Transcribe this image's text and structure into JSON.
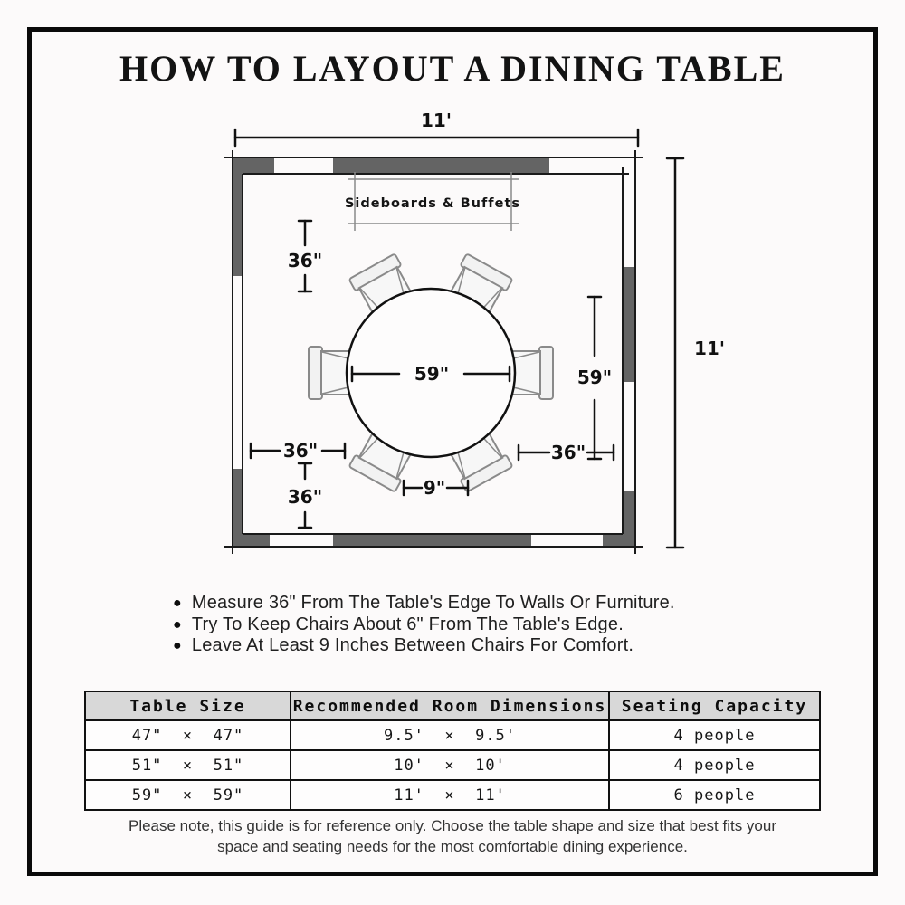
{
  "title": "HOW TO LAYOUT A DINING TABLE",
  "plan": {
    "room_width": "11'",
    "room_height": "11'",
    "sideboard": "Sideboards & Buffets",
    "table_diameter": "59\"",
    "right_clearance": "59\"",
    "clearance_top_left": "36\"",
    "clearance_bottom_left_h": "36\"",
    "clearance_bottom_left_v": "36\"",
    "clearance_bottom_right": "36\"",
    "chair_gap": "9\""
  },
  "icons": {
    "bullet": "●"
  },
  "tips": [
    {
      "text": "Measure 36\" From The Table's Edge To Walls Or Furniture."
    },
    {
      "text": "Try To Keep Chairs About 6\" From The Table's Edge."
    },
    {
      "text": "Leave At Least 9 Inches Between Chairs For Comfort."
    }
  ],
  "size_table": {
    "headers": [
      "Table Size",
      "Recommended Room Dimensions",
      "Seating Capacity"
    ],
    "rows": [
      [
        "47\"  ×  47\"",
        "9.5'  ×  9.5'",
        "4 people"
      ],
      [
        "51\"  ×  51\"",
        "10'  ×  10'",
        "4 people"
      ],
      [
        "59\"  ×  59\"",
        "11'  ×  11'",
        "6 people"
      ]
    ]
  },
  "note": {
    "line1": "Please note, this guide is for reference only. Choose the table shape and size that best fits your",
    "line2": "space and seating needs for the most comfortable dining experience."
  },
  "colors": {
    "background": "#fcfafa",
    "frame": "#0a0a0a",
    "wall_gray": "#646464",
    "chair_fill": "#f7f7f7",
    "chair_stroke": "#8a8a8a",
    "table_header_bg": "#d8d8d8"
  }
}
